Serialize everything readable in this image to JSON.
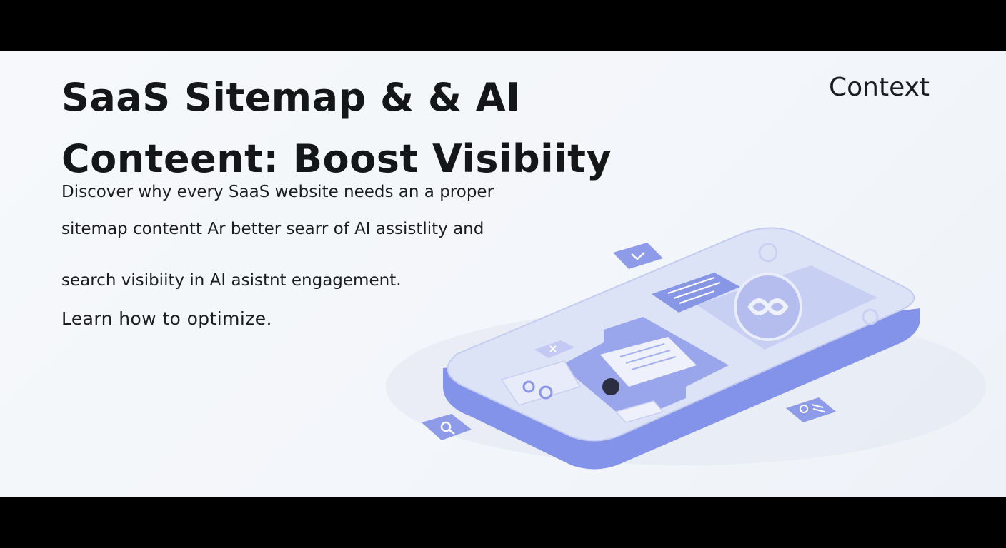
{
  "hero": {
    "title_line1": "SaaS Sitemap & & AI",
    "title_line2": "Conteent: Boost Visibiity",
    "context_label": "Context",
    "description_lines": [
      "Discover why every SaaS website needs an a proper",
      "sitemap contentt Ar better searr of AI assistlity and",
      "search visibiity in AI asistnt engagement.",
      "Learn how to optimize."
    ]
  },
  "colors": {
    "background": "#f4f7fb",
    "text": "#151618",
    "accent": "#7f8fe8",
    "accent_light": "#c9d2f6"
  },
  "illustration": {
    "icons": [
      "chevron-down-icon",
      "link-icon",
      "document-icon",
      "search-icon",
      "toggle-icon",
      "close-icon"
    ]
  }
}
